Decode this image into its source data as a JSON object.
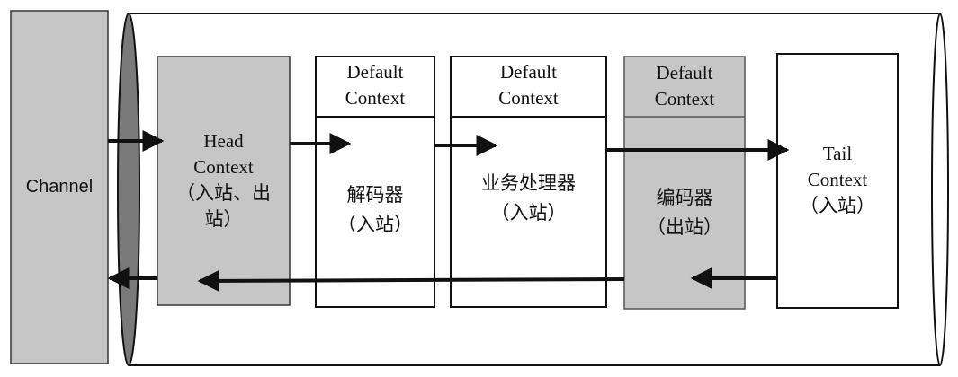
{
  "channel": {
    "label": "Channel"
  },
  "head": {
    "line1": "Head",
    "line2": "Context",
    "line3": "（入站、出",
    "line4": "站）"
  },
  "decoder": {
    "header1": "Default",
    "header2": "Context",
    "line1": "解码器",
    "line2": "（入站）"
  },
  "business": {
    "header1": "Default",
    "header2": "Context",
    "line1": "业务处理器",
    "line2": "（入站）"
  },
  "encoder": {
    "header1": "Default",
    "header2": "Context",
    "line1": "编码器",
    "line2": "（出站）"
  },
  "tail": {
    "line1": "Tail",
    "line2": "Context",
    "line3": "（入站）"
  },
  "colors": {
    "shaded_box": "#c6c6c6",
    "pipe_cap": "#7a7a7a",
    "stroke": "#111111",
    "background": "#ffffff"
  }
}
